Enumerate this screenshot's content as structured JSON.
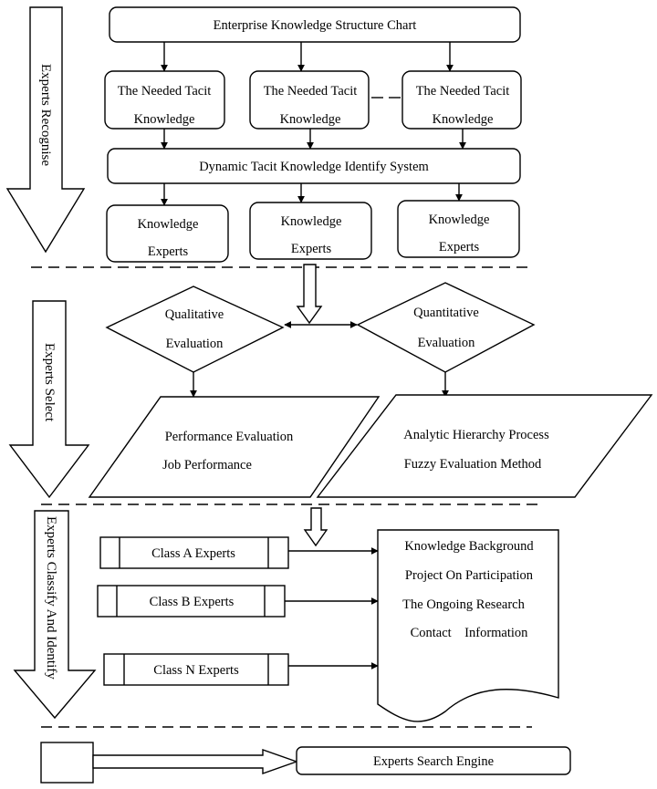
{
  "sections": {
    "recognise": "Experts Recognise",
    "select": "Experts Select",
    "classify": "Experts Classify And Identify"
  },
  "top": {
    "structure_chart": "Enterprise Knowledge Structure Chart",
    "tacit_line1": "The Needed Tacit",
    "tacit_line2": "Knowledge",
    "identify_system": "Dynamic Tacit Knowledge Identify System",
    "experts_line1": "Knowledge",
    "experts_line2": "Experts"
  },
  "evaluation": {
    "qualitative_line1": "Qualitative",
    "qualitative_line2": "Evaluation",
    "quantitative_line1": "Quantitative",
    "quantitative_line2": "Evaluation",
    "perf_line1": "Performance Evaluation",
    "perf_line2": "Job Performance",
    "ahp_line1": "Analytic Hierarchy Process",
    "ahp_line2": "Fuzzy Evaluation Method"
  },
  "classes": {
    "a": "Class A Experts",
    "b": "Class B Experts",
    "n": "Class N Experts"
  },
  "profile": {
    "line1": "Knowledge Background",
    "line2": "Project On Participation",
    "line3": "The Ongoing Research",
    "line4": "Contact    Information"
  },
  "search": {
    "engine": "Experts Search Engine"
  }
}
